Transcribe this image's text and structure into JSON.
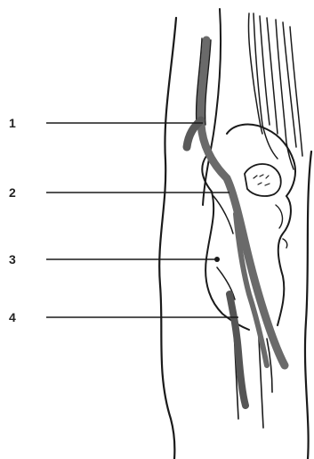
{
  "figure": {
    "labels": [
      "1",
      "2",
      "3",
      "4"
    ],
    "colors": {
      "ink": "#1a1a1a",
      "vessel": "#6a6a6a",
      "vessel_dark": "#444444",
      "background": "#ffffff"
    }
  }
}
